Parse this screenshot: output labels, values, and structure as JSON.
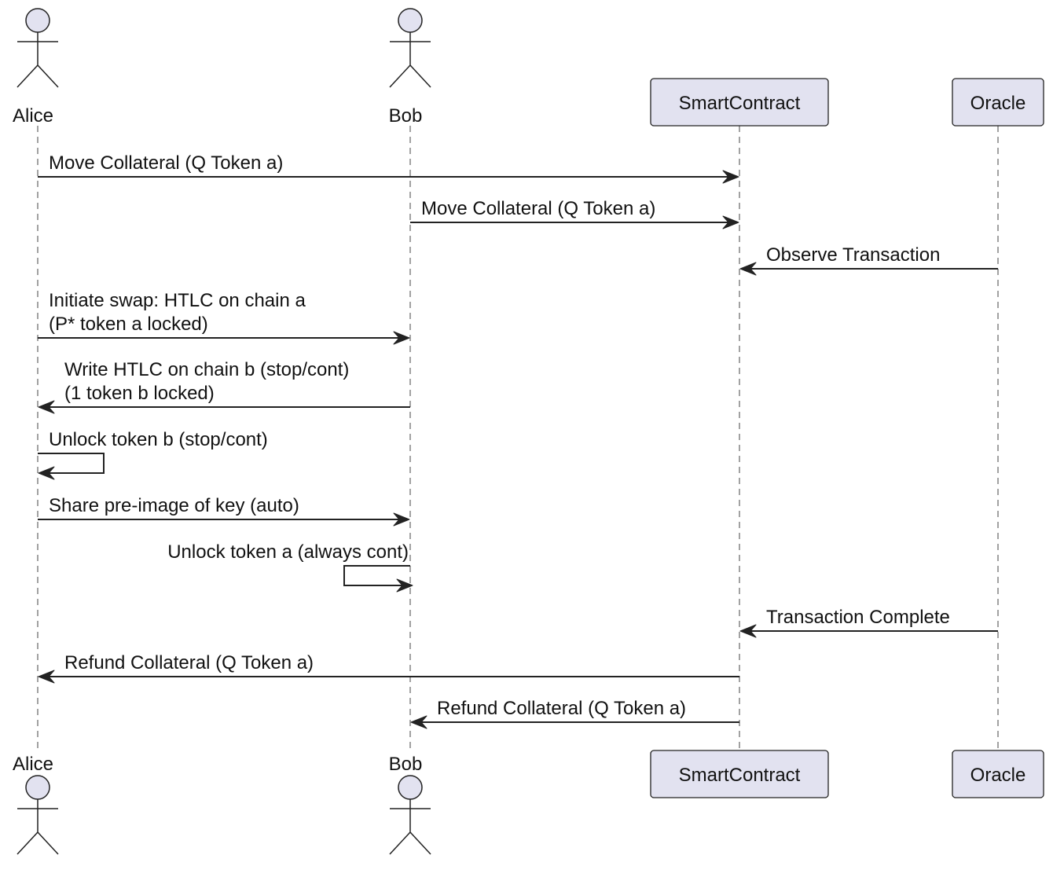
{
  "participants": [
    {
      "id": "alice",
      "name": "Alice",
      "kind": "actor"
    },
    {
      "id": "bob",
      "name": "Bob",
      "kind": "actor"
    },
    {
      "id": "smart",
      "name": "SmartContract",
      "kind": "participant"
    },
    {
      "id": "oracle",
      "name": "Oracle",
      "kind": "participant"
    }
  ],
  "messages": [
    {
      "from": "alice",
      "to": "smart",
      "lines": [
        "Move Collateral (Q Token a)"
      ]
    },
    {
      "from": "bob",
      "to": "smart",
      "lines": [
        "Move Collateral (Q Token a)"
      ]
    },
    {
      "from": "oracle",
      "to": "smart",
      "lines": [
        "Observe Transaction"
      ]
    },
    {
      "from": "alice",
      "to": "bob",
      "lines": [
        "Initiate swap: HTLC on chain a",
        "(P* token a locked)"
      ]
    },
    {
      "from": "bob",
      "to": "alice",
      "lines": [
        "Write HTLC on chain b (stop/cont)",
        "(1 token b locked)"
      ]
    },
    {
      "from": "alice",
      "to": "alice",
      "lines": [
        "Unlock token b (stop/cont)"
      ]
    },
    {
      "from": "alice",
      "to": "bob",
      "lines": [
        "Share pre-image of key (auto)"
      ]
    },
    {
      "from": "bob",
      "to": "bob",
      "lines": [
        "Unlock token a (always cont)"
      ]
    },
    {
      "from": "oracle",
      "to": "smart",
      "lines": [
        "Transaction Complete"
      ]
    },
    {
      "from": "smart",
      "to": "alice",
      "lines": [
        "Refund Collateral (Q Token a)"
      ]
    },
    {
      "from": "smart",
      "to": "bob",
      "lines": [
        "Refund Collateral (Q Token a)"
      ]
    }
  ]
}
